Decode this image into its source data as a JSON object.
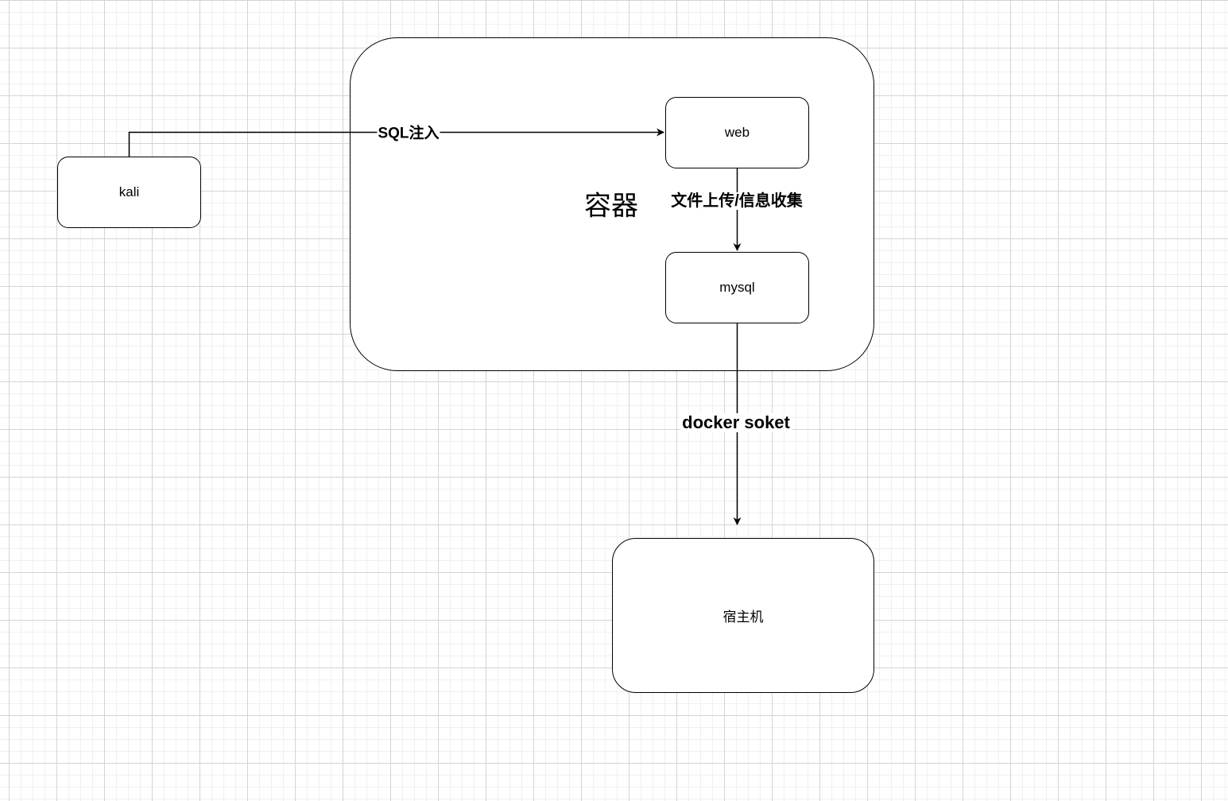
{
  "diagram": {
    "container": {
      "label": "容器"
    },
    "nodes": {
      "kali": "kali",
      "web": "web",
      "mysql": "mysql",
      "host": "宿主机"
    },
    "edges": [
      {
        "from": "kali",
        "to": "web",
        "label": "SQL注入"
      },
      {
        "from": "web",
        "to": "mysql",
        "label": "文件上传/信息收集"
      },
      {
        "from": "mysql",
        "to": "host",
        "label": "docker soket"
      }
    ],
    "colors": {
      "stroke": "#000000",
      "fill": "#ffffff",
      "grid_major": "#d4d4d4",
      "grid_minor": "#f0f0f0"
    }
  }
}
